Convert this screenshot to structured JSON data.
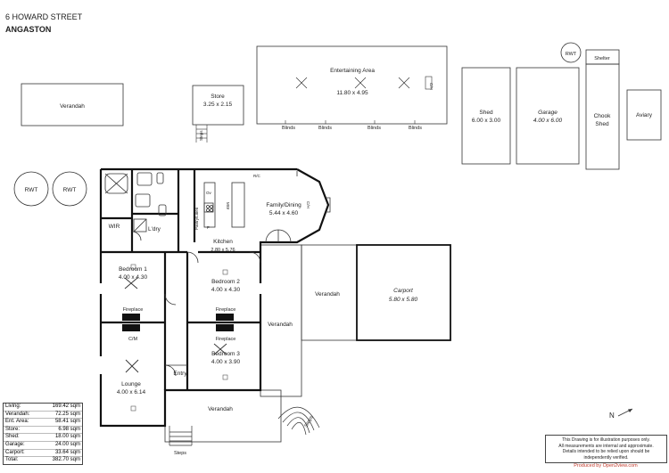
{
  "header": {
    "street": "6 HOWARD STREET",
    "suburb": "ANGASTON"
  },
  "rooms": {
    "verandah_top_left": "Verandah",
    "store": {
      "name": "Store",
      "dims": "3.25 x 2.15",
      "steps": "Steps"
    },
    "entertaining": {
      "name": "Entertaining Area",
      "dims": "11.80 x 4.95",
      "blinds": "Blinds",
      "ch": "C/H"
    },
    "shed": {
      "name": "Shed",
      "dims": "6.00 x 3.00"
    },
    "garage": {
      "name": "Garage",
      "dims": "4.00 x 6.00"
    },
    "rwt": "RWT",
    "shelter": "Shelter",
    "chook_shed": {
      "line1": "Chook",
      "line2": "Shed"
    },
    "aviary": "Aviary",
    "wir": "WIR",
    "ldry": "L'dry",
    "pantry_linen": "Pantry/Linen",
    "ov": "Ov",
    "mw": "MW",
    "f": "F",
    "rc": "R/C",
    "kitchen": {
      "name": "Kitchen",
      "dims": "2.80 x 5.76"
    },
    "family_dining": {
      "name": "Family/Dining",
      "dims": "5.44 x 4.60"
    },
    "bedroom1": {
      "name": "Bedroom 1",
      "dims": "4.00 x 4.30"
    },
    "bedroom2": {
      "name": "Bedroom 2",
      "dims": "4.00 x 4.30"
    },
    "bedroom3": {
      "name": "Bedroom 3",
      "dims": "4.00 x 3.90"
    },
    "fireplace": "Fireplace",
    "cm": "C/M",
    "lounge": {
      "name": "Lounge",
      "dims": "4.00 x 6.14"
    },
    "entry": "Entry",
    "verandah_side": "Verandah",
    "verandah_mid": "Verandah",
    "verandah_bottom": "Verandah",
    "carport": {
      "name": "Carport",
      "dims": "5.80 x 5.80"
    },
    "steps": "Steps"
  },
  "areas": [
    {
      "label": "Living:",
      "value": "169.42 sqm"
    },
    {
      "label": "Verandah:",
      "value": "72.25 sqm"
    },
    {
      "label": "Ent. Area:",
      "value": "58.41 sqm"
    },
    {
      "label": "Store:",
      "value": "6.98 sqm"
    },
    {
      "label": "Shed:",
      "value": "18.00 sqm"
    },
    {
      "label": "Garage:",
      "value": "24.00 sqm"
    },
    {
      "label": "Carport:",
      "value": "33.64 sqm"
    },
    {
      "label": "Total:",
      "value": "382.70 sqm"
    }
  ],
  "disclaimer": [
    "This Drawing is for illustration purposes only.",
    "All measurements are internal and approximate.",
    "Details intended to be relied upon should be",
    "independently verified."
  ],
  "credit": "Produced by Open2view.com",
  "compass": "N"
}
